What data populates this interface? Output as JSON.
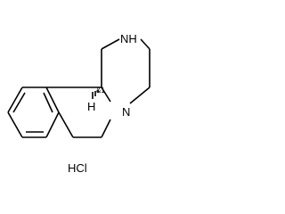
{
  "structure": {
    "atoms": {
      "nh": "NH",
      "n": "N",
      "h": "H",
      "stereo": "&1"
    },
    "salt": "HCl"
  }
}
